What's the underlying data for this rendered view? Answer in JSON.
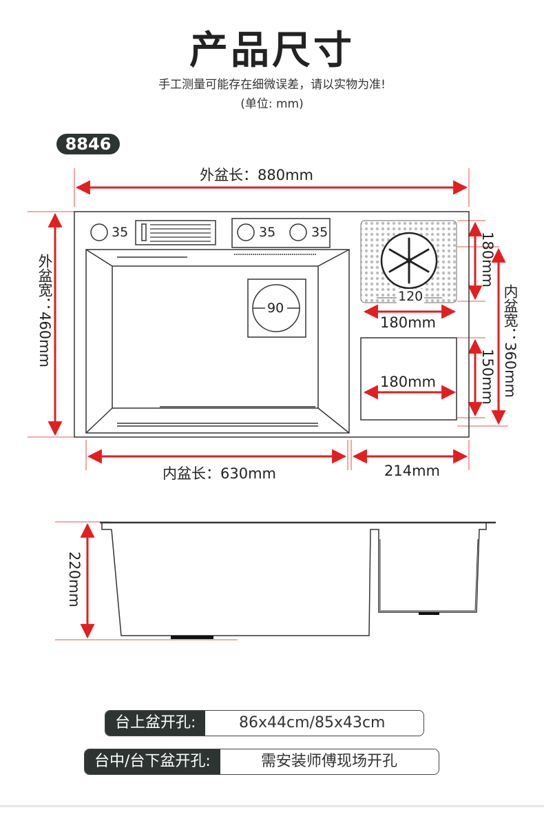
{
  "header": {
    "title": "产品尺寸",
    "note": "手工测量可能存在细微误差，请以实物为准!",
    "unit": "(单位: mm)"
  },
  "model": "8846",
  "dims": {
    "outer_length": "外盆长：880mm",
    "outer_width": "外盆宽：460mm",
    "inner_length": "内盆长：630mm",
    "side_width": "214mm",
    "inner_width": "内盆宽：360mm",
    "basket_w": "180mm",
    "basket_h": "180mm",
    "tray_w": "180mm",
    "tray_h": "150mm",
    "depth": "220mm",
    "hole1": "35",
    "hole2": "35",
    "hole3": "35",
    "drain": "90",
    "rinser": "120"
  },
  "cutouts": [
    {
      "label": "台上盆开孔:",
      "value": "86x44cm/85x43cm"
    },
    {
      "label": "台中/台下盆开孔:",
      "value": "需安装师傅现场开孔"
    }
  ],
  "colors": {
    "arrow": "#e21e1e",
    "dark": "#2e3432",
    "line": "#333333"
  }
}
